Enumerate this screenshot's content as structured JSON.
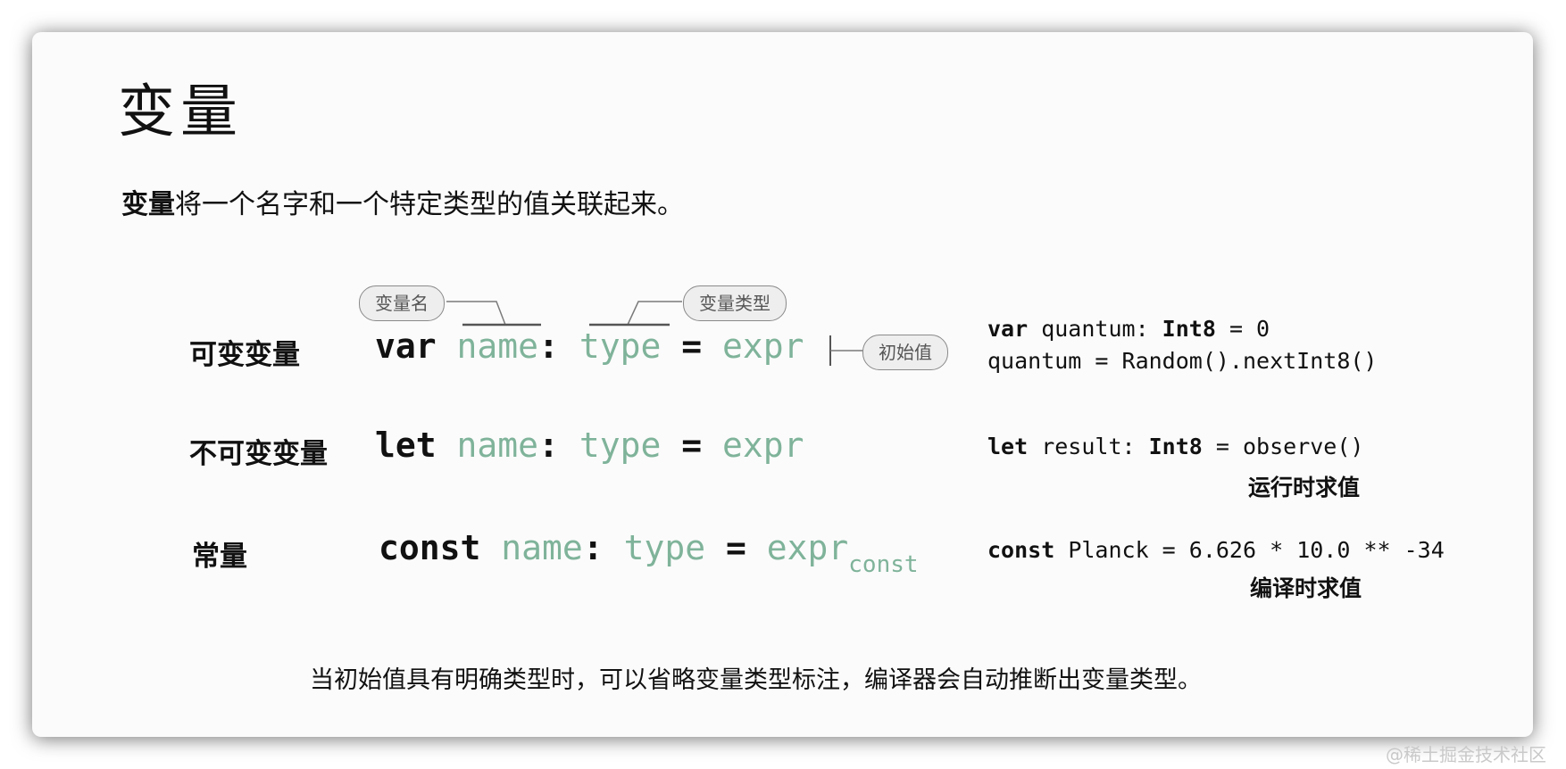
{
  "title": "变量",
  "intro": {
    "bold": "变量",
    "rest": "将一个名字和一个特定类型的值关联起来。"
  },
  "annotations": {
    "name": "变量名",
    "type": "变量类型",
    "init": "初始值"
  },
  "rows": [
    {
      "label": "可变变量",
      "keyword": "var",
      "name": "name",
      "colon": ":",
      "type": "type",
      "eq": "=",
      "expr": "expr",
      "code_lines": [
        {
          "kw": "var",
          "a": " quantum: ",
          "type": "Int8",
          "b": " = 0"
        },
        {
          "plain": "quantum = Random().nextInt8()"
        }
      ]
    },
    {
      "label": "不可变变量",
      "keyword": "let",
      "name": "name",
      "colon": ":",
      "type": "type",
      "eq": "=",
      "expr": "expr",
      "code": {
        "kw": "let",
        "a": " result: ",
        "type": "Int8",
        "b": " = observe()"
      },
      "note": "运行时求值"
    },
    {
      "label": "常量",
      "keyword": "const",
      "name": "name",
      "colon": ":",
      "type": "type",
      "eq": "=",
      "expr": "expr",
      "expr_sub": "const",
      "code": {
        "kw": "const",
        "a": " Planck = 6.626 * 10.0 ** -34"
      },
      "note": "编译时求值"
    }
  ],
  "footer": "当初始值具有明确类型时，可以省略变量类型标注，编译器会自动推断出变量类型。",
  "watermark": "@稀土掘金技术社区",
  "colors": {
    "accent_green": "#7fb39a"
  }
}
